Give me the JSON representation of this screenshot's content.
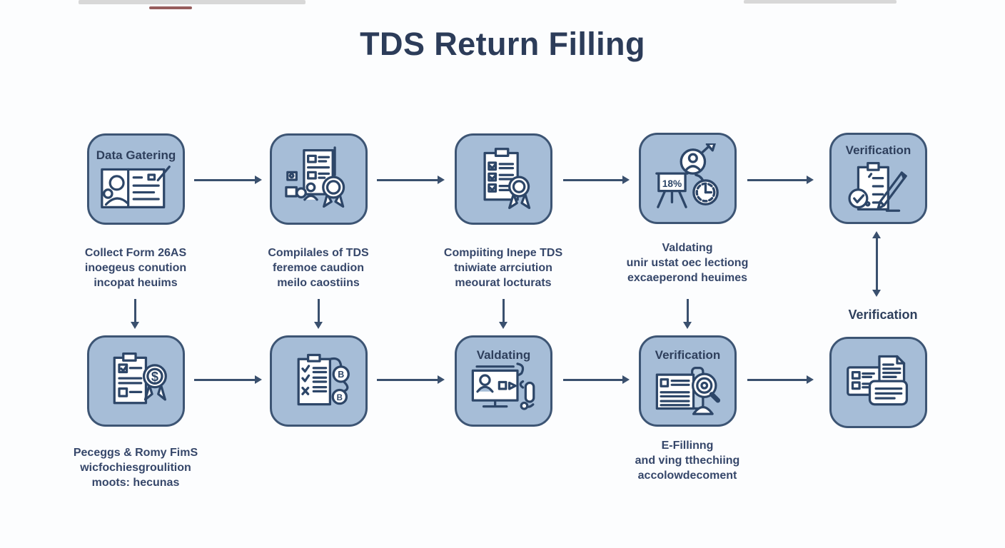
{
  "title": "TDS Return Filling",
  "right_link_label": "Verification",
  "colors": {
    "box_fill": "#a6bdd7",
    "box_border": "#3d5574",
    "text_navy": "#2e3f5c",
    "arrow": "#3a506e",
    "background": "#fcfdfe"
  },
  "rows": {
    "top": [
      {
        "label": "Data Gatering",
        "icon": "person-id-card-icon",
        "caption": [
          "Collect Form 26AS",
          "inoegeus conution",
          "incopat heuims"
        ]
      },
      {
        "label": "",
        "icon": "certificate-document-icon",
        "caption": [
          "Compilales of TDS",
          "feremoe caudion",
          "meilo caostiins"
        ]
      },
      {
        "label": "",
        "icon": "checklist-ribbon-icon",
        "caption": [
          "Compiiting Inepe TDS",
          "tniwiate arrciution",
          "meourat locturats"
        ]
      },
      {
        "label": "",
        "icon": "rate-board-clock-icon",
        "icon_text": "18%",
        "caption": [
          "Valdating",
          "unir ustat oec lectiong",
          "excaeperond heuimes"
        ]
      },
      {
        "label": "Verification",
        "icon": "clipboard-check-pencil-icon",
        "caption": []
      }
    ],
    "bottom": [
      {
        "label": "",
        "icon": "clipboard-dollar-ribbon-icon",
        "icon_text": "$",
        "caption": [
          "Peceggs & Romy FimS",
          "wicfochiesgroulition",
          "moots: hecunas"
        ]
      },
      {
        "label": "",
        "icon": "checklist-branch-icon",
        "node_labels": [
          "B",
          "B"
        ],
        "caption": []
      },
      {
        "label": "Valdating",
        "icon": "monitor-validation-icon",
        "caption": []
      },
      {
        "label": "Verification",
        "icon": "document-magnifier-icon",
        "caption": [
          "E-Fillinng",
          "and ving tthechiing",
          "accolowdecoment"
        ]
      },
      {
        "label": "",
        "icon": "documents-stack-icon",
        "caption": []
      }
    ]
  }
}
